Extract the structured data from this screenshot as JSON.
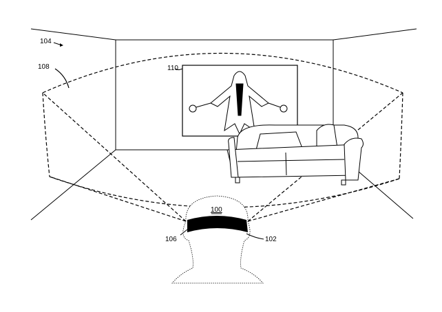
{
  "labels": {
    "room": "104",
    "field_of_view": "108",
    "virtual_image": "110",
    "head_user": "100",
    "sensor": "106",
    "hmd": "102"
  }
}
